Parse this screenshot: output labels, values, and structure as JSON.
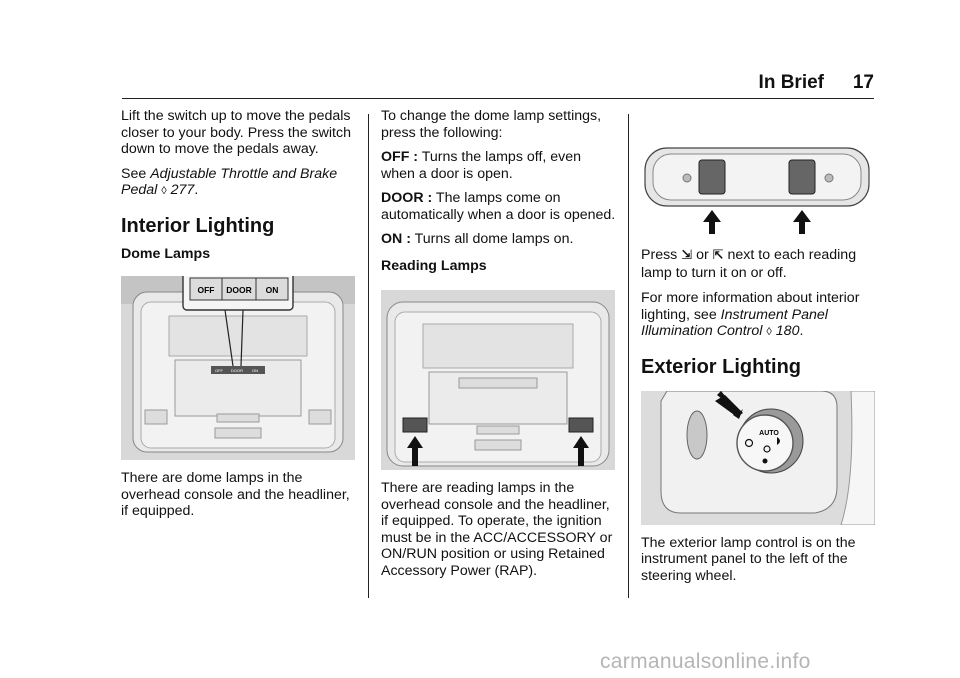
{
  "header": {
    "section": "In Brief",
    "page_number": "17"
  },
  "col1": {
    "intro": "Lift the switch up to move the pedals closer to your body. Press the switch down to move the pedals away.",
    "see_prefix": "See ",
    "see_link": "Adjustable Throttle and Brake Pedal",
    "see_page": "277",
    "see_end": ".",
    "heading": "Interior Lighting",
    "subheading": "Dome Lamps",
    "fig1_labels": {
      "off": "OFF",
      "door": "DOOR",
      "on": "ON"
    },
    "fig1_small_labels": {
      "off": "OFF",
      "door": "DOOR",
      "on": "ON"
    },
    "caption": "There are dome lamps in the overhead console and the headliner, if equipped."
  },
  "col2": {
    "intro": "To change the dome lamp settings, press the following:",
    "items": [
      {
        "term": "OFF :",
        "text": " Turns the lamps off, even when a door is open."
      },
      {
        "term": "DOOR :",
        "text": " The lamps come on automatically when a door is opened."
      },
      {
        "term": "ON :",
        "text": " Turns all dome lamps on."
      }
    ],
    "subheading": "Reading Lamps",
    "caption": "There are reading lamps in the overhead console and the headliner, if equipped. To operate, the ignition must be in the ACC/ACCESSORY or ON/RUN position or using Retained Accessory Power (RAP)."
  },
  "col3": {
    "press": "Press",
    "or": "or",
    "rest": "next to each reading lamp to turn it on or off.",
    "more": "For more information about interior lighting, see ",
    "more_link": "Instrument Panel Illumination Control",
    "more_page": "180",
    "more_end": ".",
    "heading": "Exterior Lighting",
    "knob_label": "AUTO",
    "caption": "The exterior lamp control is on the instrument panel to the left of the steering wheel."
  },
  "icons": {
    "xref": "page-reference-icon",
    "reading_left": "reading-lamp-left-icon",
    "reading_right": "reading-lamp-right-icon"
  },
  "watermark": "carmanualsonline.info"
}
